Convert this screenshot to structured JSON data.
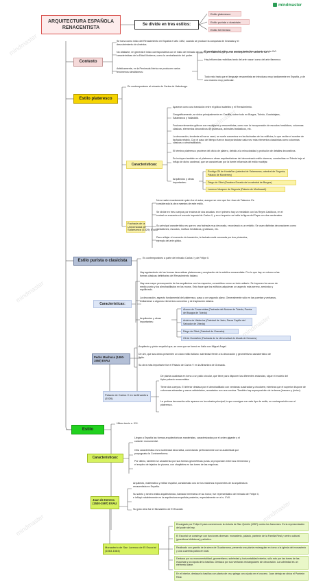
{
  "brand": "mindmaster",
  "watermark": "mindmaster",
  "root": {
    "title": "ARQUITECTURA ESPAÑOLA RENACENTISTA"
  },
  "connector": {
    "label": "Se divide en tres estilos:"
  },
  "styles_list": [
    "Estilo plateresco",
    "Estilo purista o clasicista",
    "Estilo herreriano"
  ],
  "contexto": {
    "label": "Contexto",
    "items": [
      "Se toma como inicio del Renacimiento en España el año 1492, cuando se produce la conquista de Granada y el descubrimiento de América.",
      "No obstante, en general el inicio corresponderia con el inicio del reinado de los Reyes Católicos, ya que su monarquía reúne varias de las características de la Edad Moderna, como la centralización del poder.",
      "Artisticamente, en la Península Ibérica se producen varios fenómenos simultáneos:"
    ],
    "sub": [
      "El prestigio del gótico, que perviva hasta bien entrado el siglo XVI.",
      "Hay influencias recibidas tanto del arte nazarí como del arte flamenco.",
      "Todo esto hará que el lenguaje renacentista se introduzca muy tardiamente en España, y de una manera muy particular."
    ]
  },
  "plateresco": {
    "label": "Estilo plateresco",
    "note": "Es contemporáneo al reinado de Carlos de Habsburgo.",
    "caracteristicas_label": "Características:",
    "caracteristicas": [
      "Aparece como una transición entre el gótico isabelino y el Renacimiento.",
      "Geográficamente, se ubica principalmente en Castilla, sobre todo en Burgos, Toledo, Guadalajara, Salamanca y Valladolid.",
      "Fusiona elementos góticos con mudéjares y renacentistas, como son la incorporación de escudos heráldicos, columnas clásicas, elementos decorativos de grutescos, animales fantásticos, etc.",
      "La decoración, tendente al horror vacui, se suele concentrar en las fachadas de los edificios, lo que recibe el nombre de fachada retablo. Con el paso del tiempo fueron incorporándose cada vez más elementos clasicistas como columnas clásicas o almohadillados.",
      "El término plateresco proviene del oficio de platero, debido a la minuciosidad y profusión de detalles decorativos.",
      "Se incluyen también en el plateresco obras arquitectónicas del denominado estilo cisneros, construidas en Toledo bajo el influjo de dicho cardenal, que se caracterizan por la fuerte influencia del estilo mudéjar."
    ],
    "arquitectos_label": "Arquitectos y obras importantes:",
    "arquitectos": [
      "Rodrigo Gil de Hontañón (catedral de Salamanca, catedral de Segovia, Palacio de Monterrey)",
      "Diego de Siloé (Escalera Dorada de la catedral de Burgos)",
      "Lorenzo Vázquez de Segovia (Palacio de Medinaceli)"
    ],
    "fachada_label": "Fachada de la Universidad de Salamanca (1529) EVAU",
    "fachada": [
      "No se sabe exactamente quien fue el autor, aunque se cree que fue Juan de Talavera. Es considerada la obra maestra de este estilo.",
      "Se divide en tres cuerpos por encima de dos arcadas: en el primero hay un medallón con los Reyes Católicos, en el central se encuentra el escudo imperial de Carlos V, y en el superior se halla la figura del Papa con dos cardenales.",
      "Su principal característica es que es una fachada muy decorada, recordando a un retablo. Se usan distintas decoraciones como medallones, escudos, motivos heráldicos, grutescos, etc.",
      "Para reflejar el momento de transición, la fachada está coronada por dos pináculos, ejemplo del arte gótico."
    ]
  },
  "purista": {
    "label": "Estilo purista o clasicista",
    "note": "Es contemporáneo a parte del reinado Carlos I y de Felipe II.",
    "caracteristicas_label": "Características:",
    "caracteristicas": [
      "Hay agotamiento de las formas decorativas platerescas y aceptación de la estética renacentista. Por lo que hay un retorno a las formas clásicas definitorias del Renacimiento italiano.",
      "Hay una mayor preocupación de los arquitectos con los espacios, concebidos como un todo unitario. Se imponen los arcos de medio punto y los almohadillados en los muros. Esto hace que los edificios adquieran un aspecto más sereno, armónico y equilibrado.",
      "La decoración, aspecto fundamental del plateresco, pasa a un segundo plano. Generalmente sólo en las puertas y ventanas, limitándose a algunos elementos concretos y de inspiración clásica."
    ],
    "arquitectos_label": "Arquitectos y obras importantes:",
    "arquitectos": [
      "Alonso de Covarrubias (Fachada del Alcázar de Toledo; Puerta de Bisagra de Toledo)",
      "Andrés de Valdevira (Catedral de Jaén; Sacra Capilla del Salvador de Úbeda)",
      "Diego de Siloé (Catedral de Granada)",
      "Gil de Hontañón (Fachada de la Universidad de Alcalá de Henares)"
    ],
    "machuca_label": "Pedro Machuca (1490-1550) EVAU",
    "machuca": [
      "Arquitecto y pintor español que, se cree que se formó en Italia con Miguel Ángel.",
      "De ahí, que sus obras presenten un claro estilo italiano: sobriedad frente a la decoración y geometrismo característico de Italia.",
      "Su obra más importante fue el Palacio de Carlos V en la Alhambra de Granada."
    ],
    "palacio_label": "Palacio de Carlos V en la Alhambra (1526)",
    "palacio": [
      "De planta cuadrada en torno a un patio circular, que tiene para disponer las diferentes estancias, sigue el modelo del tipico palacio renacentista.",
      "Tiene dos cuerpos. El inferior destaca por el almohadillado con ventanas cuadradas y circulares; mientras que el superior dispone de columnas adosadas y vanos adintelados, rematados con una cornisa. También hay superposición de órdenes (toscano y jónico).",
      "La profusa decoración sólo aparece en la entrada principal, lo que consigue con este tipo de estilo, en contraposición con el plateresco."
    ]
  },
  "herreriano": {
    "label": "Estilo herreriano",
    "note": "Último tercio s. XVI.",
    "caracteristicas_label": "Características:",
    "caracteristicas": [
      "Llegan a España las formas arquitectónicas manieristas, caracterizadas por el orden gigante y el carácter monumental.",
      "Otra característica es la sobriedad decorativa, conectando perfectamente con la austeridad que propugnaba la Contrarreforma.",
      "Por último, también se caracteriza por sus formas geométricas puras, la proporción entre sus elementos y el empleo de tejados de pizarra, con chapiteles en las torres de las esquinas."
    ],
    "herrera_label": "Juan de Herrera (1530-1597) EVAU",
    "herrera": [
      "Arquitecto, matemático y militar español, considerado uno de los máximos exponentes de la arquitectura renacentista en España.",
      "Su sobrio y severo estilo arquitectónico, llamado herreriano en su honor, fue representativo del reinado de Felipe II, e influyó notablemente en la arquitectura española posterior, especialmente en el s. XVII.",
      "Su gran obra fue el Monasterio de El Escorial."
    ],
    "escorial_label": "Monasterio de San Lorenzo de El Escorial (1563-1584)",
    "escorial": [
      "Encargado por Felipe II para conmemorar la victoria de San Quintín (1557) contra los franceses. Es la representación del poder del rey.",
      "El Escorial se construye con funciones diversas: monasterio, palacio, panteón de la Familia Real y centro cultural (grandiosa biblioteca) y artístico.",
      "Realizado con granito de la sierra de Guadarrama, presenta una planta rectangular en torno a la iglesia del monasterio y una cuarenta patios en total.",
      "Destaca por su monumentalidad, geometrismo, sobriedad y horizontalidad exterior, sólo roto por las torres de las esquinas y la cúpula de la basílica. Destaca por sus ventanas rectangulares sin decoración. La sobriedad es un elemento clave.",
      "En el interior, destaca la basílica con planta de cruz griega con cúpula en el crucero. Juan debajo se ubica el Panteón Real."
    ]
  }
}
